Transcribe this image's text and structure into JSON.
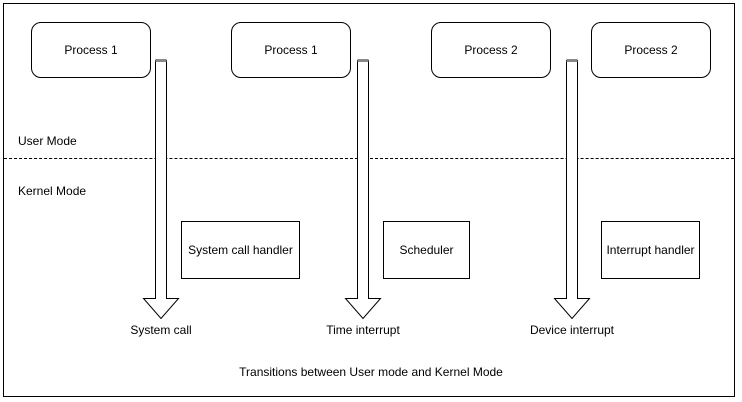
{
  "diagram": {
    "caption": "Transitions between User mode and Kernel Mode",
    "mode_labels": {
      "user": "User Mode",
      "kernel": "Kernel Mode"
    },
    "colors": {
      "stroke": "#000000",
      "fill": "#ffffff",
      "shaft_cap": "#888888",
      "text": "#000000"
    },
    "processes": [
      {
        "label": "Process 1"
      },
      {
        "label": "Process 1"
      },
      {
        "label": "Process 2"
      },
      {
        "label": "Process 2"
      }
    ],
    "handlers": [
      {
        "label": "System call handler"
      },
      {
        "label": "Scheduler"
      },
      {
        "label": "Interrupt handler"
      }
    ],
    "transitions": [
      {
        "label": "System call"
      },
      {
        "label": "Time interrupt"
      },
      {
        "label": "Device interrupt"
      }
    ]
  }
}
